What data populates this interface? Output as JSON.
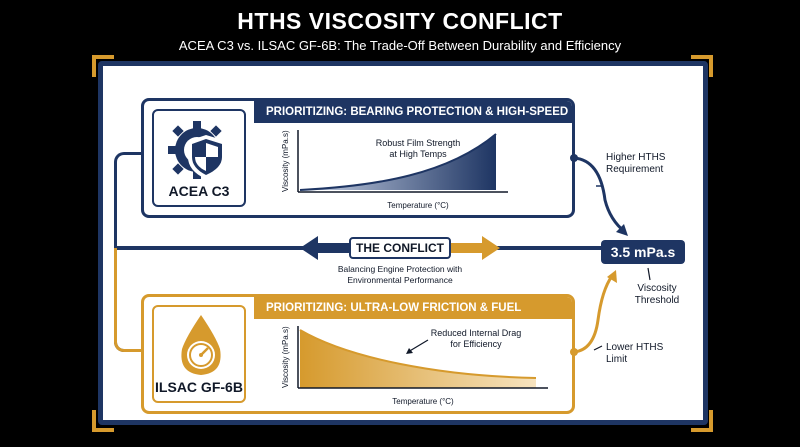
{
  "header": {
    "title": "HTHS VISCOSITY CONFLICT",
    "subtitle": "ACEA C3 vs. ILSAC GF-6B: The Trade-Off Between Durability and Efficiency"
  },
  "acea": {
    "name": "ACEA C3",
    "header": "PRIORITIZING: BEARING PROTECTION & HIGH-SPEED DURABILITY",
    "annotation_line1": "Robust Film Strength",
    "annotation_line2": "at High Temps",
    "ylabel": "Viscosity (mPa.s)",
    "xlabel": "Temperature (°C)",
    "side_line1": "Higher HTHS",
    "side_line2": "Requirement",
    "icon": "gear-shield-icon",
    "color": "#1e3563"
  },
  "ilsac": {
    "name": "ILSAC GF-6B",
    "header": "PRIORITIZING: ULTRA-LOW FRICTION & FUEL ECONOMY",
    "annotation_line1": "Reduced Internal Drag",
    "annotation_line2": "for Efficiency",
    "ylabel": "Viscosity (mPa.s)",
    "xlabel": "Temperature (°C)",
    "side_line1": "Lower HTHS",
    "side_line2": "Limit",
    "icon": "oil-drop-gauge-icon",
    "color": "#d69a2d"
  },
  "conflict": {
    "label": "THE CONFLICT",
    "desc_line1": "Balancing Engine Protection with",
    "desc_line2": "Environmental Performance"
  },
  "threshold": {
    "value": "3.5 mPa.s",
    "label_line1": "Viscosity",
    "label_line2": "Threshold"
  }
}
